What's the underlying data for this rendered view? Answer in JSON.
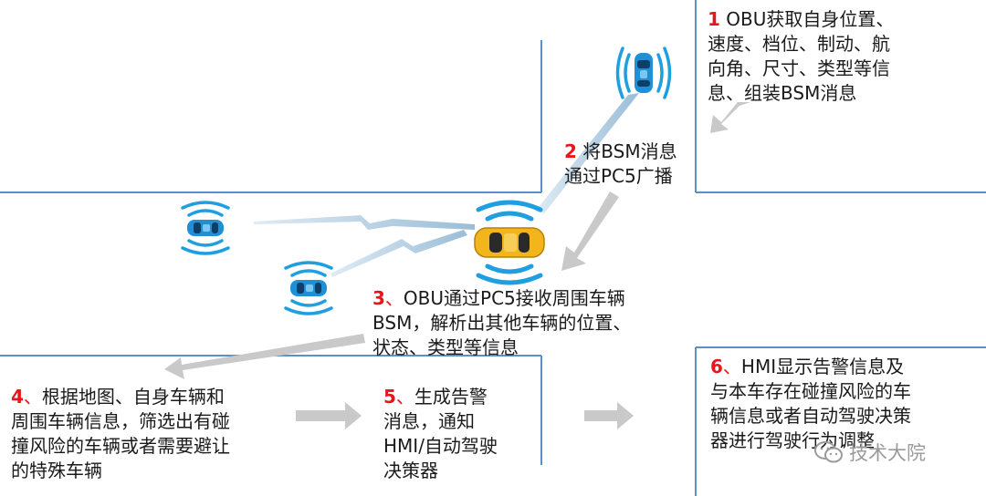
{
  "steps": [
    {
      "num": "1",
      "sep": "",
      "lines": [
        "OBU获取自身位置、",
        "速度、档位、制动、航",
        "向角、尺寸、类型等信",
        "息、组装BSM消息"
      ]
    },
    {
      "num": "2",
      "sep": "",
      "lines": [
        "将BSM消息",
        "通过PC5广播"
      ]
    },
    {
      "num": "3",
      "sep": "、",
      "lines": [
        "OBU通过PC5接收周围车辆",
        "BSM，解析出其他车辆的位置、",
        "状态、类型等信息"
      ]
    },
    {
      "num": "4",
      "sep": "、",
      "lines": [
        "根据地图、自身车辆和",
        "周围车辆信息，筛选出有碰",
        "撞风险的车辆或者需要避让",
        "的特殊车辆"
      ]
    },
    {
      "num": "5",
      "sep": "、",
      "lines": [
        "生成告警",
        "消息，通知",
        "HMI/自动驾驶",
        "决策器"
      ]
    },
    {
      "num": "6",
      "sep": "、",
      "lines": [
        "HMI显示告警信息及",
        "与本车存在碰撞风险的车",
        "辆信息或者自动驾驶决策",
        "器进行驾驶行为调整"
      ]
    }
  ],
  "watermark": "技术大院",
  "colors": {
    "road_line": "#5b8fc9",
    "arrow": "#c9c9c9",
    "wave": "#1f9fe0",
    "ego_car": "#f2b51c",
    "other_car": "#1f8fd6",
    "step_number": "#e8161c",
    "signal": "#a9c8df"
  },
  "icons": {
    "cars": [
      "remote-car-icon",
      "ego-car-icon",
      "neighbor-car-icon"
    ],
    "watermark": "wechat-icon"
  }
}
